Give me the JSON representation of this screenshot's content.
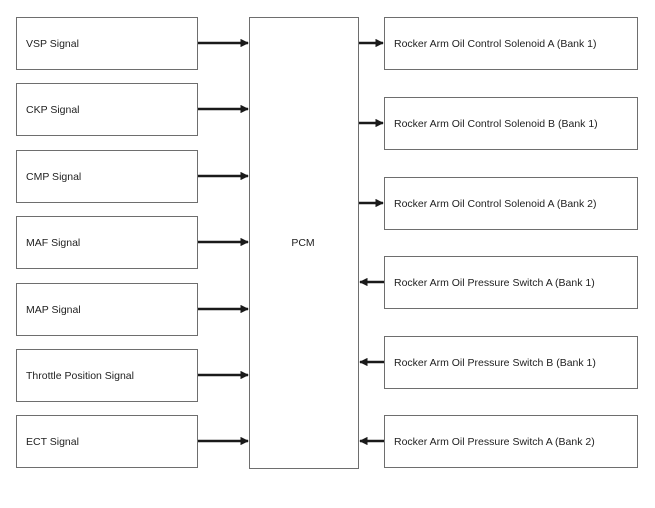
{
  "diagram": {
    "inputs": [
      {
        "label": "VSP Signal"
      },
      {
        "label": "CKP Signal"
      },
      {
        "label": "CMP Signal"
      },
      {
        "label": "MAF Signal"
      },
      {
        "label": "MAP Signal"
      },
      {
        "label": "Throttle Position Signal"
      },
      {
        "label": "ECT Signal"
      }
    ],
    "controller": {
      "label": "PCM"
    },
    "outputs": [
      {
        "label": "Rocker Arm Oil Control Solenoid A (Bank 1)",
        "direction": "out"
      },
      {
        "label": "Rocker Arm Oil Control Solenoid B (Bank 1)",
        "direction": "out"
      },
      {
        "label": "Rocker Arm Oil Control Solenoid A (Bank 2)",
        "direction": "out"
      },
      {
        "label": "Rocker Arm Oil Pressure Switch A (Bank 1)",
        "direction": "in"
      },
      {
        "label": "Rocker Arm Oil Pressure Switch B (Bank 1)",
        "direction": "in"
      },
      {
        "label": "Rocker Arm Oil Pressure Switch A (Bank 2)",
        "direction": "in"
      }
    ],
    "colors": {
      "border": "#6e6e6e",
      "arrow": "#1a1a1a",
      "text": "#222222"
    }
  }
}
